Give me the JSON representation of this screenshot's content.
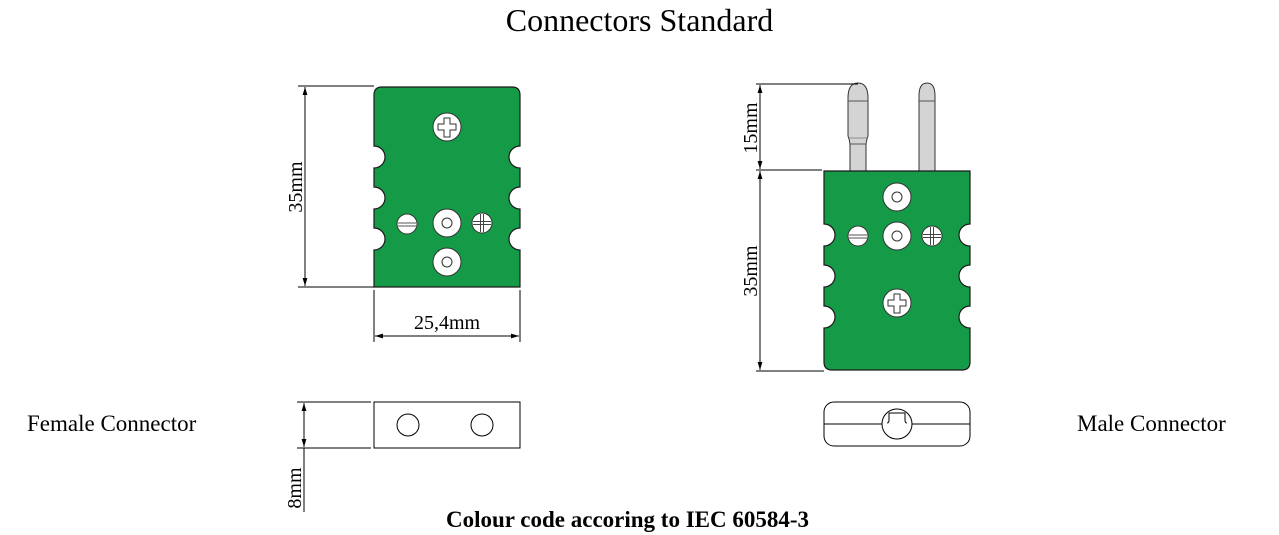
{
  "title": "Connectors Standard",
  "footer": "Colour code accoring to IEC 60584-3",
  "colors": {
    "body_green": "#159b47",
    "outline": "#1a1a1a",
    "pin_grey": "#d4d4d4"
  },
  "female": {
    "label": "Female Connector",
    "dim_height": "35mm",
    "dim_width": "25,4mm",
    "dim_depth": "8mm"
  },
  "male": {
    "label": "Male Connector",
    "dim_pin_length": "15mm",
    "dim_height": "35mm"
  }
}
